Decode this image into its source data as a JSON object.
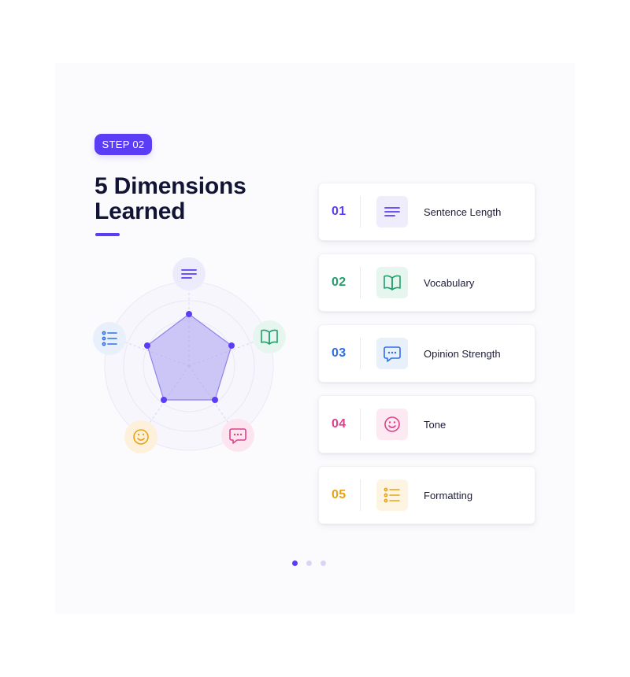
{
  "step_badge": "STEP 02",
  "title_lines": [
    "5 Dimensions",
    "Learned"
  ],
  "accent_color": "#5b3df5",
  "radar": {
    "axes": [
      {
        "label": "Sentence Length",
        "icon": "lines-icon",
        "color": "#5b3df5"
      },
      {
        "label": "Vocabulary",
        "icon": "book-icon",
        "color": "#22a06b"
      },
      {
        "label": "Opinion Strength",
        "icon": "chat-bubble-icon",
        "color": "#e0408a"
      },
      {
        "label": "Tone",
        "icon": "smile-icon",
        "color": "#e8a317"
      },
      {
        "label": "Formatting",
        "icon": "list-icon",
        "color": "#2f6fe4"
      }
    ]
  },
  "dimensions": [
    {
      "number": "01",
      "label": "Sentence Length",
      "icon": "lines-icon",
      "color": "#5b3df5",
      "bg": "#efedfc"
    },
    {
      "number": "02",
      "label": "Vocabulary",
      "icon": "book-icon",
      "color": "#22a06b",
      "bg": "#e6f6ee"
    },
    {
      "number": "03",
      "label": "Opinion Strength",
      "icon": "chat-bubble-icon",
      "color": "#2f6fe4",
      "bg": "#e8f0fc"
    },
    {
      "number": "04",
      "label": "Tone",
      "icon": "smile-icon",
      "color": "#e0408a",
      "bg": "#fde9f2"
    },
    {
      "number": "05",
      "label": "Formatting",
      "icon": "list-icon",
      "color": "#e8a317",
      "bg": "#fdf4e2"
    }
  ],
  "pagination": {
    "total": 3,
    "active": 0
  }
}
